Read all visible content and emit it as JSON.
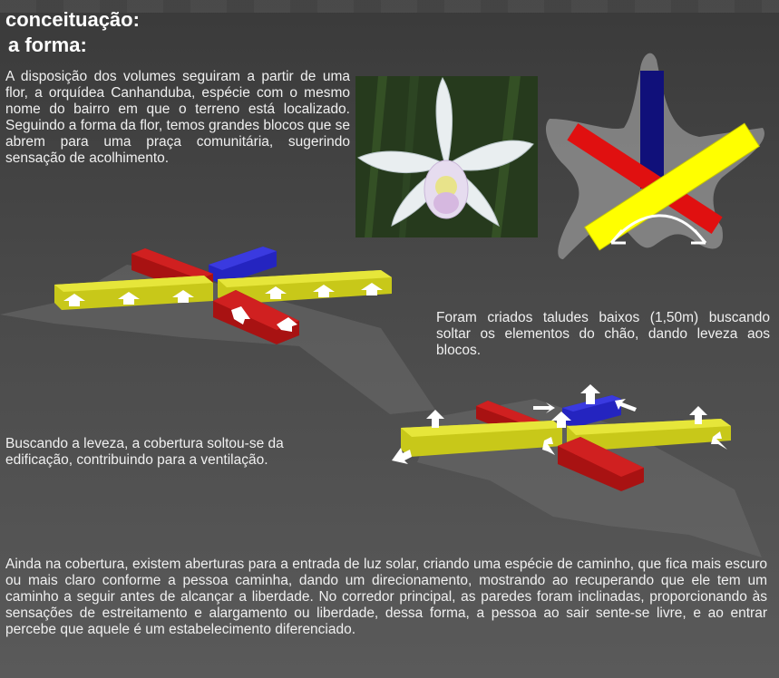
{
  "title": {
    "line1": "conceituação:",
    "line2": "a forma:"
  },
  "paragraphs": {
    "intro": "A disposição dos volumes seguiram a partir de uma flor, a orquídea Canhanduba, espécie com o mesmo nome do bairro em que o terreno está localizado. Seguindo a forma da flor, temos grandes blocos que se abrem para uma praça comunitária, sugerindo sensação de acolhimento.",
    "taludes": "Foram criados taludes baixos (1,50m) buscando soltar os elementos do chão, dando leveza aos blocos.",
    "cobertura": "Buscando a leveza, a cobertura soltou-se da edificação, contribuindo para a ventilação.",
    "aberturas": "Ainda na cobertura, existem aberturas para a entrada de luz solar, criando uma espécie de caminho, que fica mais escuro ou mais claro conforme a pessoa caminha, dando um direcionamento, mostrando ao recuperando que ele tem um caminho a seguir antes de alcançar a liberdade. No corredor principal, as paredes foram inclinadas, proporcionando às sensações de estreitamento e alargamento ou liberdade, dessa forma, a pessoa ao sair sente-se livre, e ao entrar percebe que aquele é um estabelecimento diferenciado."
  },
  "colors": {
    "yellow": "#c8c819",
    "red": "#b01515",
    "blue": "#1a1aa0",
    "diagram_yellow": "#ffff00",
    "diagram_red": "#e01010",
    "diagram_blue": "#10107a"
  }
}
